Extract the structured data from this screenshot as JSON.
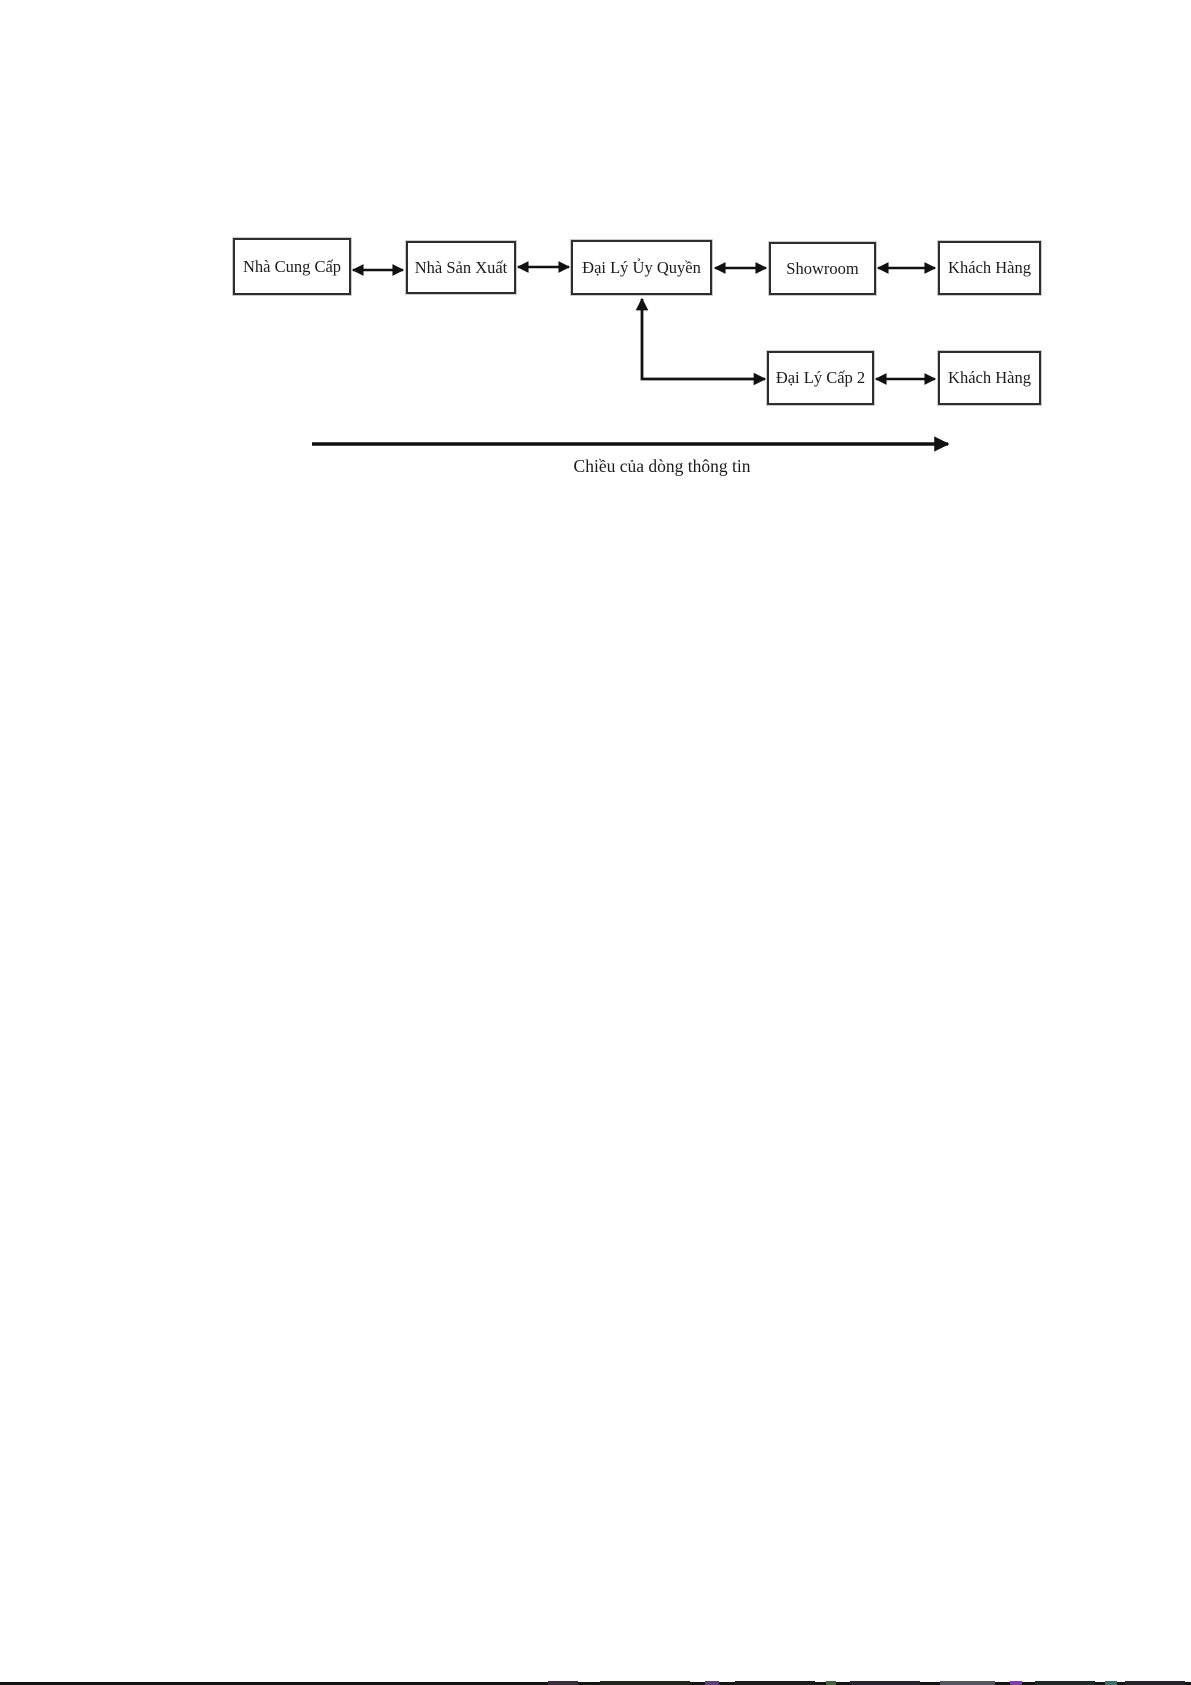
{
  "diagram": {
    "type": "flow",
    "caption": "Chiều của dòng thông tin",
    "nodes": [
      {
        "id": "nha-cung-cap",
        "label": "Nhà Cung Cấp"
      },
      {
        "id": "nha-san-xuat",
        "label": "Nhà Sản Xuất"
      },
      {
        "id": "dai-ly-uy-quyen",
        "label": "Đại Lý Ủy Quyền"
      },
      {
        "id": "showroom",
        "label": "Showroom"
      },
      {
        "id": "khach-hang-1",
        "label": "Khách Hàng"
      },
      {
        "id": "dai-ly-cap-2",
        "label": "Đại Lý Cấp 2"
      },
      {
        "id": "khach-hang-2",
        "label": "Khách Hàng"
      }
    ],
    "edges": [
      {
        "from": "Nhà Cung Cấp",
        "to": "Nhà Sản Xuất",
        "direction": "both"
      },
      {
        "from": "Nhà Sản Xuất",
        "to": "Đại Lý Ủy Quyền",
        "direction": "both"
      },
      {
        "from": "Đại Lý Ủy Quyền",
        "to": "Showroom",
        "direction": "both"
      },
      {
        "from": "Showroom",
        "to": "Khách Hàng",
        "direction": "both"
      },
      {
        "from": "Đại Lý Ủy Quyền",
        "to": "Đại Lý Cấp 2",
        "direction": "both"
      },
      {
        "from": "Đại Lý Cấp 2",
        "to": "Khách Hàng",
        "direction": "both"
      }
    ],
    "colors": {
      "line": "#111111",
      "box_border": "#2e2e2e",
      "text": "#1c1c1c",
      "background": "#ffffff"
    }
  }
}
